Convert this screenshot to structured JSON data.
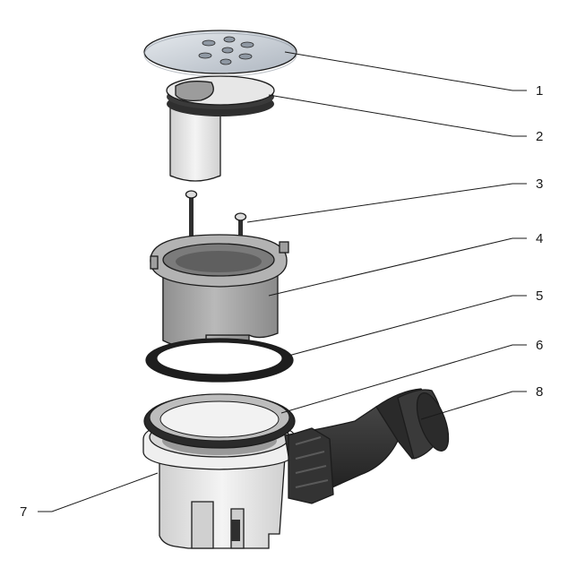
{
  "diagram": {
    "callouts": [
      {
        "id": "1",
        "label": "1"
      },
      {
        "id": "2",
        "label": "2"
      },
      {
        "id": "3",
        "label": "3"
      },
      {
        "id": "4",
        "label": "4"
      },
      {
        "id": "5",
        "label": "5"
      },
      {
        "id": "6",
        "label": "6"
      },
      {
        "id": "7",
        "label": "7"
      },
      {
        "id": "8",
        "label": "8"
      }
    ]
  },
  "colors": {
    "grate": "#c8ced6",
    "grey_plastic": "#a9a9a9",
    "light_plastic": "#e9e9e9",
    "black_rubber": "#2b2b2b",
    "outline": "#1c1c1c"
  }
}
